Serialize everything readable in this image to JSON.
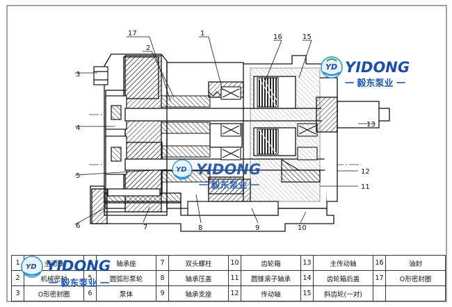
{
  "callouts": [
    "17",
    "2",
    "1",
    "16",
    "15",
    "3",
    "4",
    "13",
    "5",
    "12",
    "11",
    "6",
    "7",
    "8",
    "9",
    "10"
  ],
  "watermark": {
    "brand": "YIDONG",
    "logo_letters": "YD",
    "chinese": "一 毅东泵业 一",
    "colors": {
      "brand_blue": "#1c4fa8",
      "accent_green": "#2e9b3c",
      "water_blue": "#2a8fd6",
      "chinese_blue": "#1d56b0"
    }
  },
  "parts_table": {
    "rows": [
      [
        {
          "n": "1",
          "name": "主动轴"
        },
        {
          "n": "4",
          "name": "轴承座"
        },
        {
          "n": "7",
          "name": "双头螺柱"
        },
        {
          "n": "10",
          "name": "齿轮箱"
        },
        {
          "n": "13",
          "name": "主传动轴"
        },
        {
          "n": "16",
          "name": "油封"
        }
      ],
      [
        {
          "n": "2",
          "name": "机械密封"
        },
        {
          "n": "5",
          "name": "圆弧形泵轮"
        },
        {
          "n": "8",
          "name": "轴承压盖"
        },
        {
          "n": "11",
          "name": "圆锥滚子轴承"
        },
        {
          "n": "14",
          "name": "齿轮箱后盖"
        },
        {
          "n": "17",
          "name": "O形密封圈"
        }
      ],
      [
        {
          "n": "3",
          "name": "O形密封圈"
        },
        {
          "n": "6",
          "name": "泵体"
        },
        {
          "n": "9",
          "name": "轴承支座"
        },
        {
          "n": "12",
          "name": "传动轴"
        },
        {
          "n": "15",
          "name": "斜齿轮(一对)"
        },
        {
          "n": "",
          "name": ""
        }
      ]
    ]
  }
}
